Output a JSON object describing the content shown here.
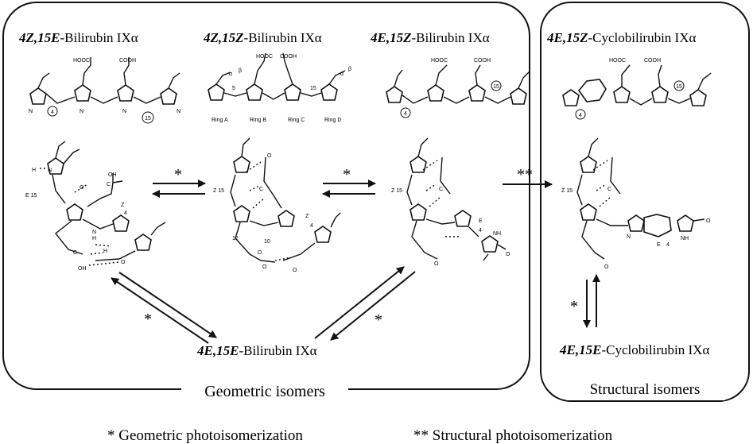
{
  "geometric_panel": {
    "label": "Geometric isomers",
    "top_structures": [
      {
        "prefix": "4Z,15E",
        "suffix": "-Bilirubin IXα"
      },
      {
        "prefix": "4Z,15Z",
        "suffix": "-Bilirubin IXα"
      },
      {
        "prefix": "4E,15Z",
        "suffix": "-Bilirubin IXα"
      }
    ],
    "bottom_structure": {
      "prefix": "4E,15E",
      "suffix": "-Bilirubin IXα"
    },
    "ring_labels": [
      "Ring A",
      "Ring B",
      "Ring C",
      "Ring D"
    ],
    "atom_text": {
      "hooc": "HOOC",
      "cooh": "COOH",
      "n": "N",
      "nh": "NH",
      "h": "H",
      "o": "O",
      "oh": "OH",
      "c": "C",
      "e15": "E 15",
      "z15": "Z 15",
      "z": "Z",
      "e": "E",
      "four": "4",
      "ten": "10",
      "twelve": "12",
      "five": "5",
      "fifteen": "15",
      "alpha": "α",
      "beta": "β",
      "circle4": "4",
      "circle15": "15"
    }
  },
  "structural_panel": {
    "label": "Structural isomers",
    "top_structure": {
      "prefix": "4E,15Z",
      "suffix": "-Cyclobilirubin IXα"
    },
    "bottom_structure": {
      "prefix": "4E,15E",
      "suffix": "-Cyclobilirubin IXα"
    }
  },
  "arrow_labels": {
    "single": "*",
    "double": "**"
  },
  "footer": {
    "geometric": "* Geometric photoisomerization",
    "structural": "** Structural photoisomerization"
  }
}
